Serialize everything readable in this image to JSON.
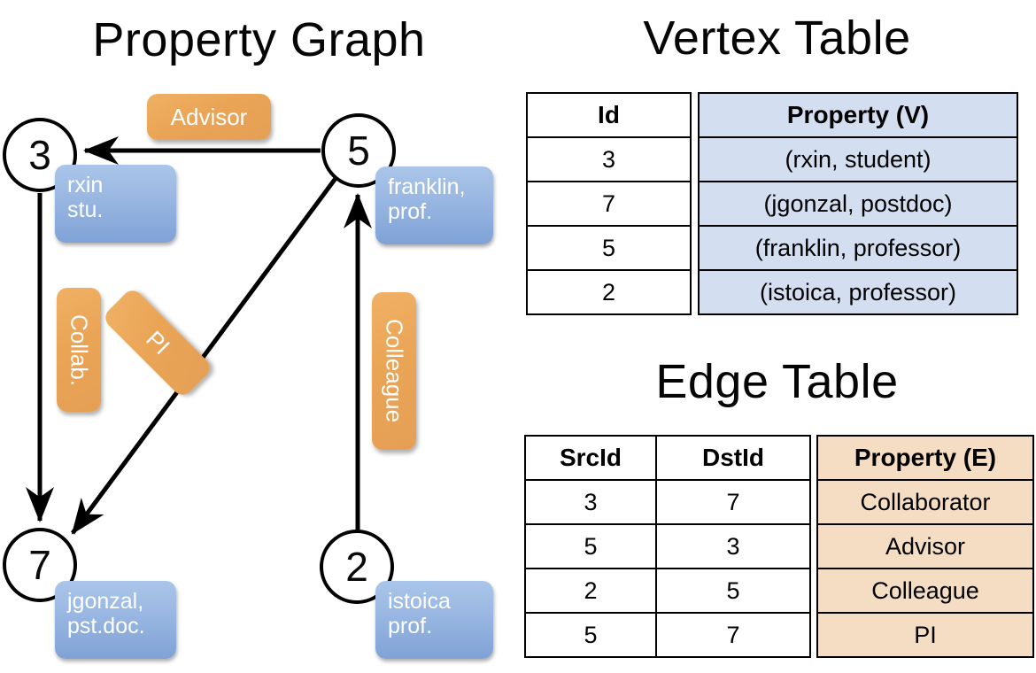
{
  "titles": {
    "property_graph": "Property Graph",
    "vertex_table": "Vertex Table",
    "edge_table": "Edge Table"
  },
  "graph": {
    "nodes": [
      {
        "id": "3",
        "property_label": "rxin\nstu."
      },
      {
        "id": "5",
        "property_label": "franklin,\nprof."
      },
      {
        "id": "7",
        "property_label": "jgonzal,\npst.doc."
      },
      {
        "id": "2",
        "property_label": "istoica\nprof."
      }
    ],
    "node_labels": {
      "n3": "3",
      "n5": "5",
      "n7": "7",
      "n2": "2"
    },
    "property_boxes": {
      "rxin_line1": "rxin",
      "rxin_line2": "stu.",
      "franklin_line1": "franklin,",
      "franklin_line2": "prof.",
      "jgonzal_line1": "jgonzal,",
      "jgonzal_line2": "pst.doc.",
      "istoica_line1": "istoica",
      "istoica_line2": "prof."
    },
    "edge_labels": {
      "advisor": "Advisor",
      "collab": "Collab.",
      "pi": "PI",
      "colleague": "Colleague"
    }
  },
  "vertex_table": {
    "headers": [
      "Id",
      "Property (V)"
    ],
    "rows": [
      {
        "id": "3",
        "property": "(rxin, student)"
      },
      {
        "id": "7",
        "property": "(jgonzal, postdoc)"
      },
      {
        "id": "5",
        "property": "(franklin, professor)"
      },
      {
        "id": "2",
        "property": "(istoica, professor)"
      }
    ]
  },
  "edge_table": {
    "headers": [
      "SrcId",
      "DstId",
      "Property (E)"
    ],
    "rows": [
      {
        "src": "3",
        "dst": "7",
        "property": "Collaborator"
      },
      {
        "src": "5",
        "dst": "3",
        "property": "Advisor"
      },
      {
        "src": "2",
        "dst": "5",
        "property": "Colleague"
      },
      {
        "src": "5",
        "dst": "7",
        "property": "PI"
      }
    ]
  },
  "colors": {
    "vertex_property_cell": "#d3dff1",
    "edge_property_cell": "#f5ddc3",
    "node_box_blue": "#9ab8e2",
    "edge_box_orange": "#eaa456",
    "stroke": "#000000"
  }
}
